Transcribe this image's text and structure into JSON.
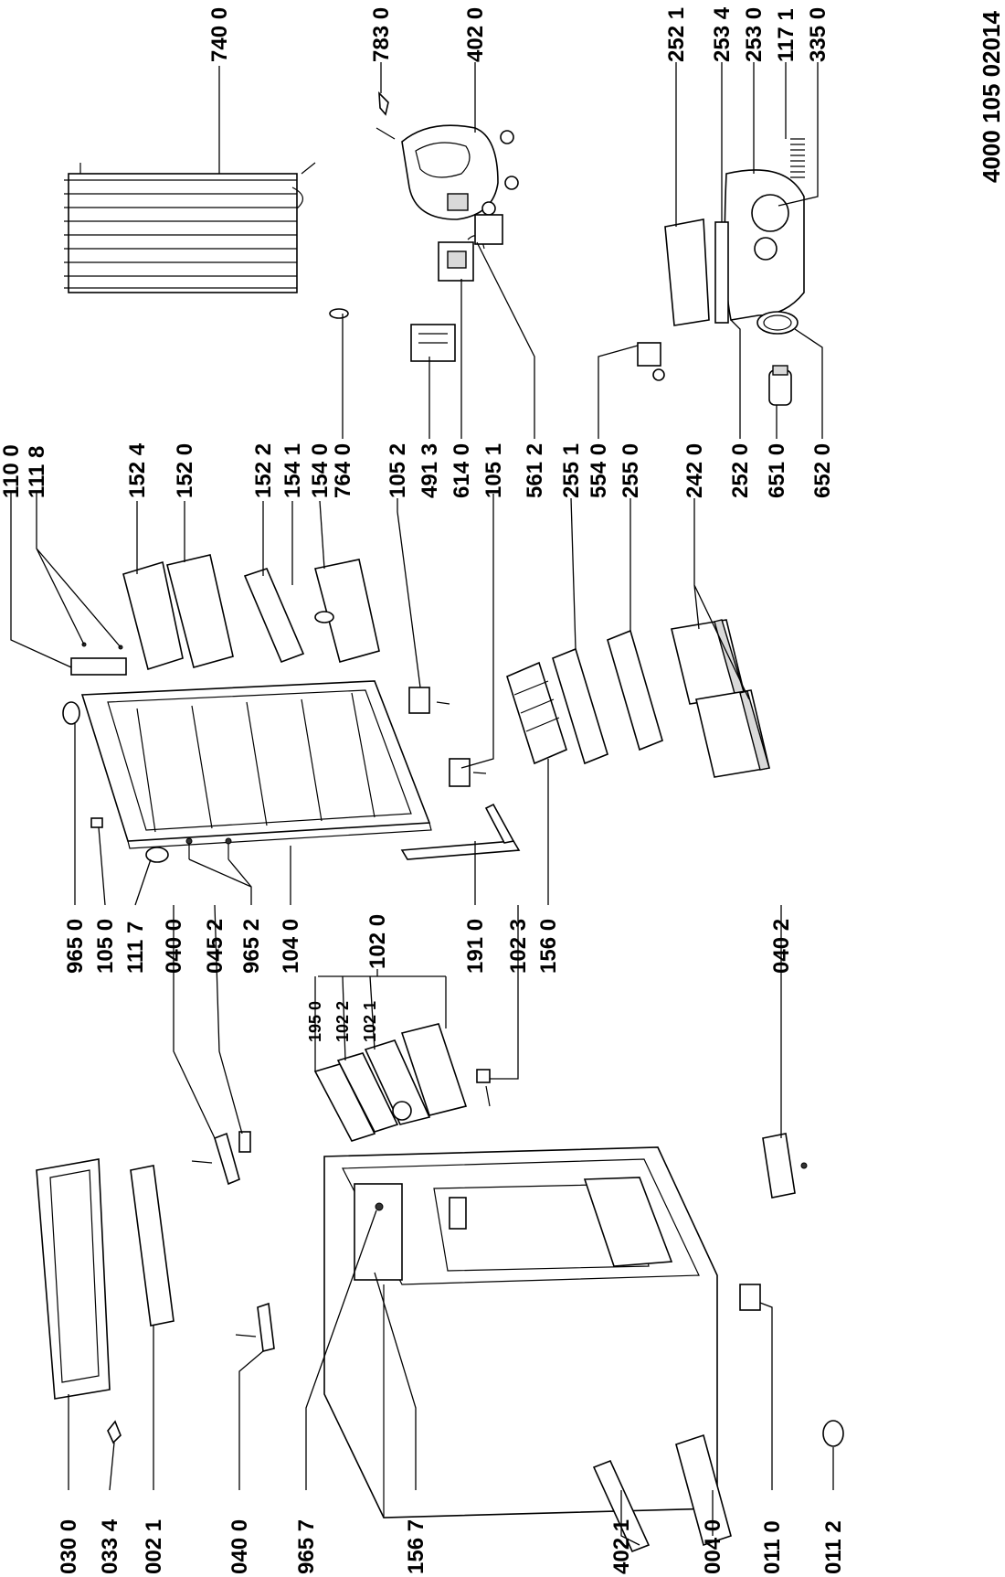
{
  "document_id": "4000 105 02014",
  "labels": [
    "740 0",
    "783 0",
    "402 0",
    "252 1",
    "253 4",
    "253 0",
    "117 1",
    "335 0",
    "110 0",
    "111 8",
    "152 4",
    "152 0",
    "152 2",
    "154 1",
    "154 0",
    "764 0",
    "105 2",
    "491 3",
    "614 0",
    "105 1",
    "561 2",
    "255 1",
    "554 0",
    "255 0",
    "242 0",
    "252 0",
    "651 0",
    "652 0",
    "965 0",
    "105 0",
    "111 7",
    "040 0",
    "045 2",
    "965 2",
    "104 0",
    "102 0",
    "195 0",
    "102 2",
    "102 1",
    "191 0",
    "102 3",
    "156 0",
    "040 2",
    "030 0",
    "033 4",
    "002 1",
    "040 0",
    "965 7",
    "156 7",
    "402 1",
    "004 0",
    "011 0",
    "011 2"
  ]
}
